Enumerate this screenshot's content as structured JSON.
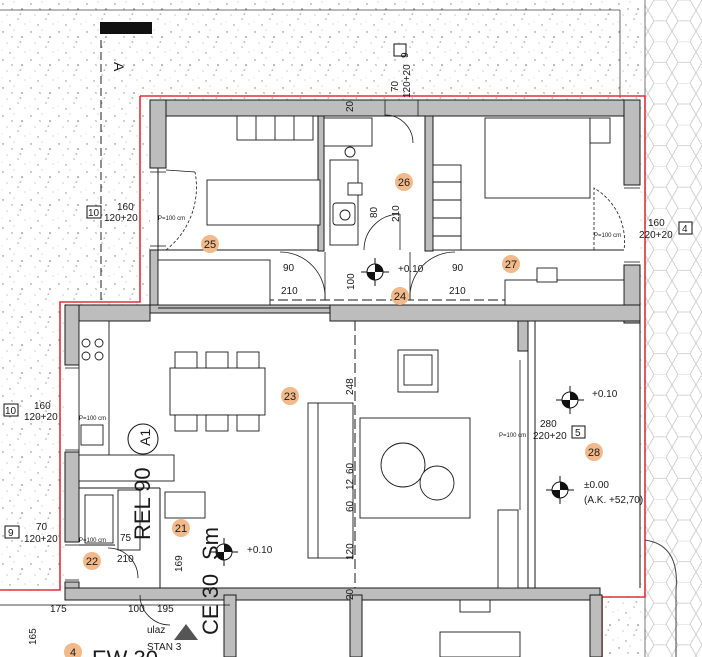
{
  "axis_label": "A",
  "rooms": [
    {
      "num": "25"
    },
    {
      "num": "26"
    },
    {
      "num": "27"
    },
    {
      "num": "24"
    },
    {
      "num": "23"
    },
    {
      "num": "28"
    },
    {
      "num": "21"
    },
    {
      "num": "22"
    },
    {
      "num": "4"
    }
  ],
  "elevations": {
    "hall": "+0.10",
    "living": "+0.10",
    "balcony_top": "+0.10",
    "balcony_zero": "±0.00",
    "balcony_ak": "(A.K. +52,70)"
  },
  "windows": {
    "w9_top": {
      "tag": "9",
      "width": "70",
      "size": "120+20"
    },
    "w10_left": {
      "tag": "10",
      "width": "160",
      "size": "120+20"
    },
    "w10_lower": {
      "tag": "10",
      "width": "160",
      "size": "120+20"
    },
    "w9_lower": {
      "tag": "9",
      "width": "70",
      "size": "120+20"
    },
    "w4_right": {
      "tag": "4",
      "width": "160",
      "size": "220+20"
    },
    "w5_balcony": {
      "tag": "5",
      "width": "280",
      "size": "220+20"
    }
  },
  "doors": {
    "d25_width": "90",
    "d25_height": "210",
    "d27_width": "90",
    "d27_height": "210",
    "bath_width": "80",
    "bath_height": "210",
    "entry_width": "75",
    "entry_height": "210",
    "bath_small_width": "100"
  },
  "dims": {
    "d248": "248",
    "d60a": "60",
    "d12": "12",
    "d60b": "60",
    "d120": "120",
    "d100": "100",
    "d175": "175",
    "d195": "195",
    "d20a": "20",
    "d20b": "20",
    "d165": "165",
    "d169": "169"
  },
  "radiators": {
    "r1": "P=100 cm",
    "r2": "P=100 cm",
    "r3": "P=100 cm",
    "r4": "P=100 cm",
    "r5": "P=100 cm"
  },
  "markers": {
    "a1": "A1",
    "rel": "REL 90",
    "ce": "CE 30",
    "sm": "Sm",
    "ew": "EW 30"
  },
  "entry": {
    "ulaz": "ulaz",
    "stan": "STAN 3"
  },
  "colors": {
    "wall_fill": "#bdbdbd",
    "wall_stroke": "#1a1a1a",
    "boundary": "#e0303a",
    "room_badge": "#f2b98a"
  }
}
